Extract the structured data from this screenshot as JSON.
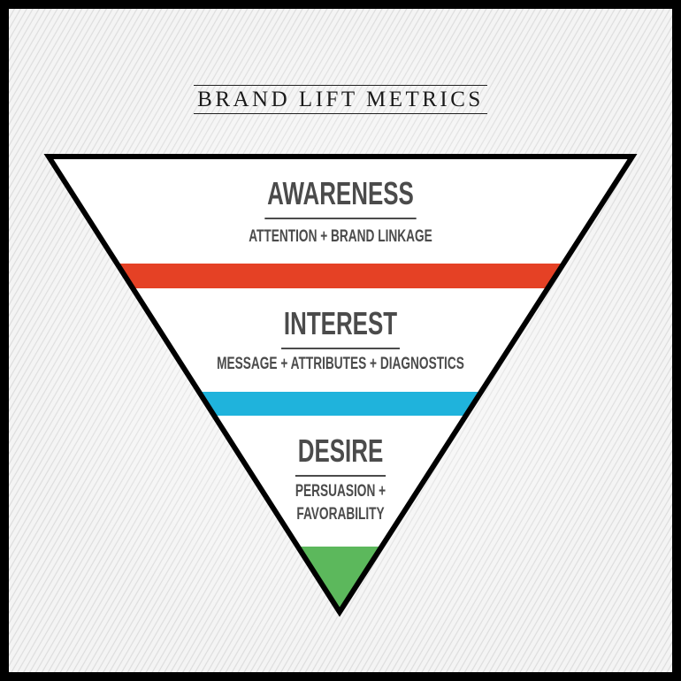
{
  "title": "BRAND LIFT METRICS",
  "stages": [
    {
      "heading": "AWARENESS",
      "detail": "ATTENTION + BRAND LINKAGE",
      "band_color": "#e54125"
    },
    {
      "heading": "INTEREST",
      "detail": "MESSAGE + ATTRIBUTES + DIAGNOSTICS",
      "band_color": "#1fb3dc"
    },
    {
      "heading": "DESIRE",
      "detail_line1": "PERSUASION +",
      "detail_line2": "FAVORABILITY",
      "band_color": "#5cb85c"
    }
  ]
}
